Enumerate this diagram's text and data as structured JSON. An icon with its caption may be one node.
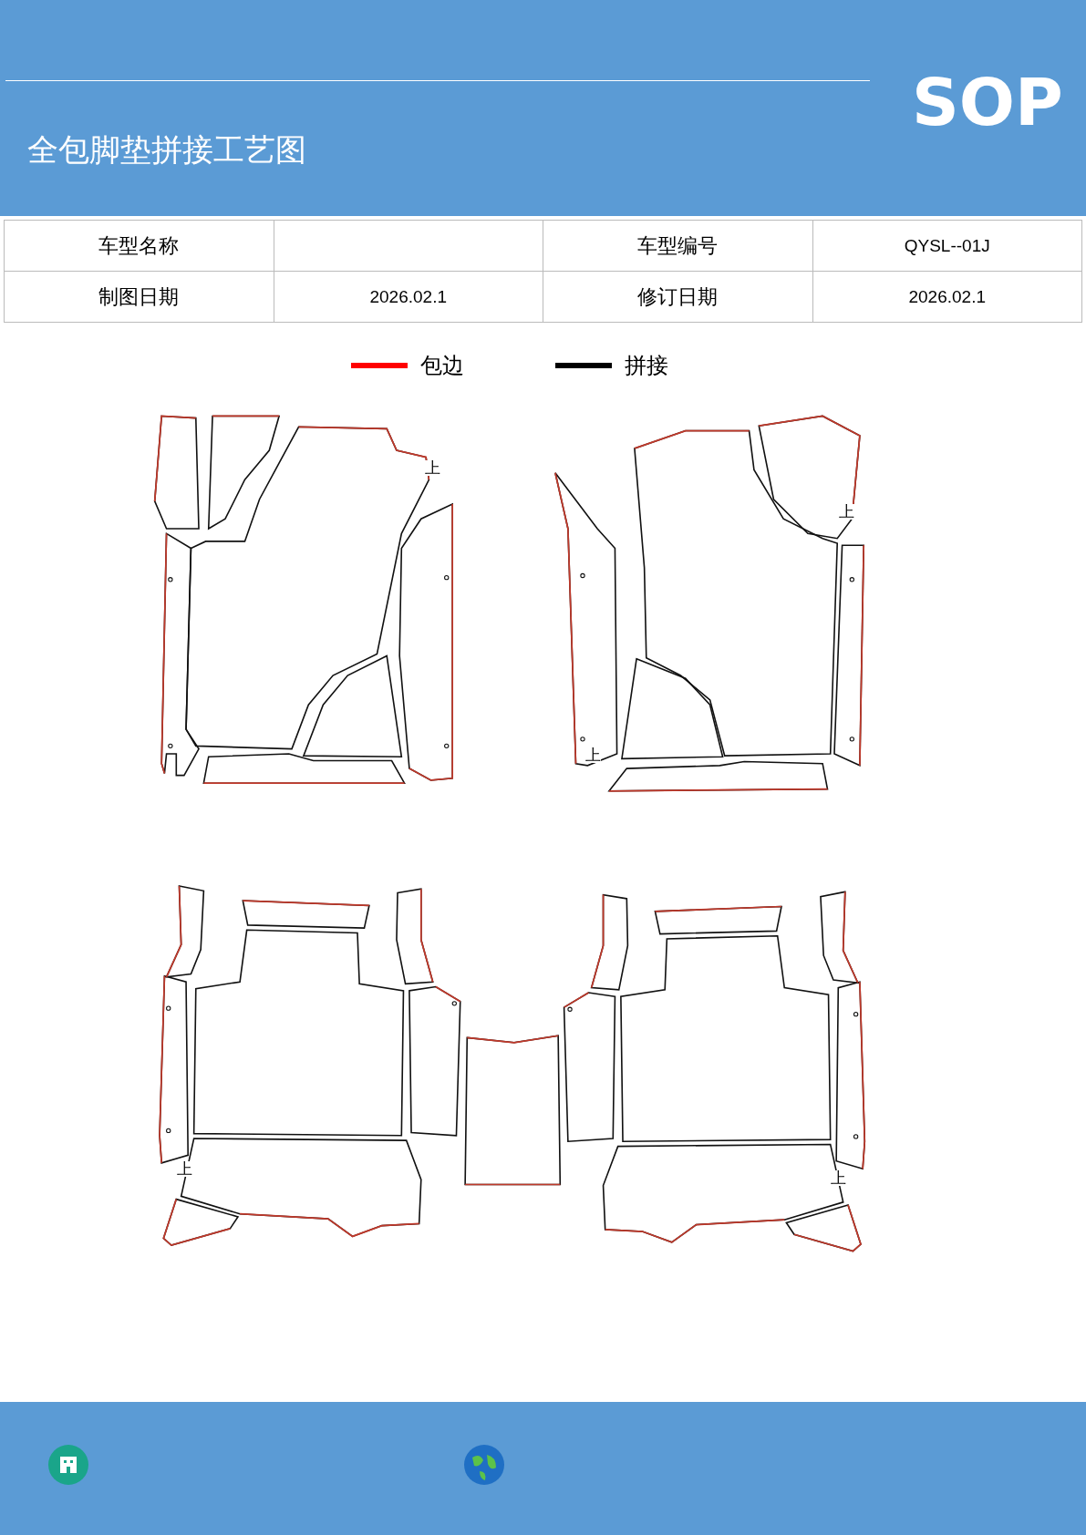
{
  "diagram": {
    "title": "全包脚垫拼接工艺图",
    "labels": [
      "SOP",
      "车型名称",
      "车型编号",
      "QYSL--01J",
      "制图日期",
      "2026.02.1",
      "修订日期",
      "2026.02.1",
      "上",
      "上",
      "上",
      "上",
      "上"
    ],
    "legend": [
      {
        "text": "包边"
      },
      {
        "text": "拼接"
      }
    ]
  }
}
